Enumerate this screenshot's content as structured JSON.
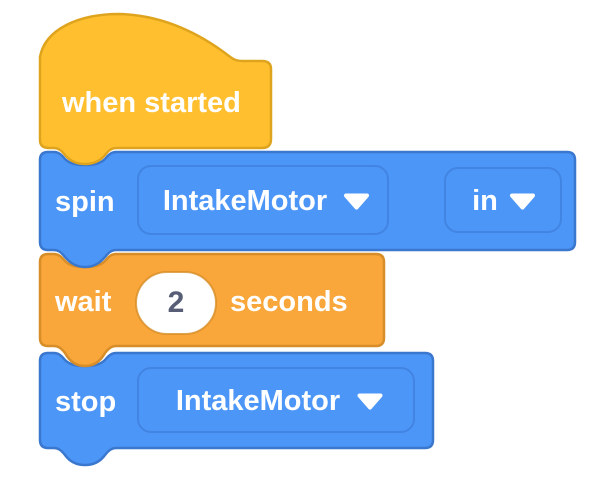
{
  "colors": {
    "background": "#FFFFFF",
    "event_block_fill": "#FFBF2F",
    "event_block_border": "#DFA41E",
    "motor_block_fill": "#4C96F8",
    "motor_block_border": "#3A77CE",
    "wait_block_fill": "#F9A63A",
    "wait_block_border": "#D78E28",
    "input_fill": "#FFFFFF",
    "input_text": "#575E75",
    "label_text": "#FFFFFF"
  },
  "blocks": {
    "when_started": {
      "label": "when started"
    },
    "spin": {
      "label": "spin",
      "motor_dropdown": "IntakeMotor",
      "direction_dropdown": "in"
    },
    "wait": {
      "label": "wait",
      "duration_value": "2",
      "unit_label": "seconds"
    },
    "stop": {
      "label": "stop",
      "motor_dropdown": "IntakeMotor"
    }
  }
}
